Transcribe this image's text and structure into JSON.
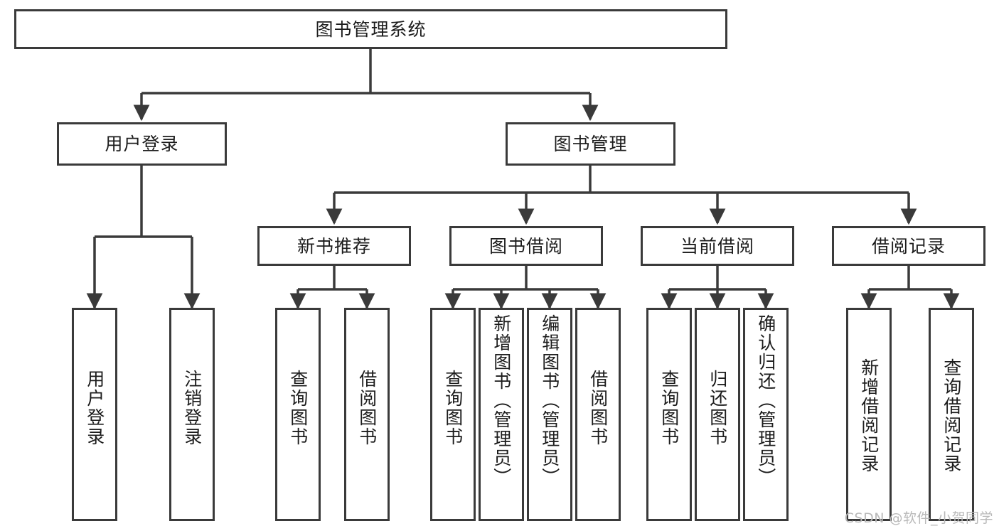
{
  "diagram": {
    "title_node": {
      "label": "图书管理系统"
    },
    "level2": [
      {
        "id": "user-login",
        "label": "用户登录"
      },
      {
        "id": "book-manage",
        "label": "图书管理"
      }
    ],
    "level3": [
      {
        "id": "new-book-recommend",
        "label": "新书推荐"
      },
      {
        "id": "book-borrow",
        "label": "图书借阅"
      },
      {
        "id": "current-borrow",
        "label": "当前借阅"
      },
      {
        "id": "borrow-record",
        "label": "借阅记录"
      }
    ],
    "leaves": {
      "user_login": [
        {
          "id": "leaf-user-login",
          "label": "用户登录"
        },
        {
          "id": "leaf-logout-login",
          "label": "注销登录"
        }
      ],
      "new_book_recommend": [
        {
          "id": "leaf-query-book-1",
          "label": "查询图书"
        },
        {
          "id": "leaf-borrow-book-1",
          "label": "借阅图书"
        }
      ],
      "book_borrow": [
        {
          "id": "leaf-query-book-2",
          "label": "查询图书"
        },
        {
          "id": "leaf-add-book",
          "label": "新增图书（管理员）"
        },
        {
          "id": "leaf-edit-book",
          "label": "编辑图书（管理员）"
        },
        {
          "id": "leaf-borrow-book-2",
          "label": "借阅图书"
        }
      ],
      "current_borrow": [
        {
          "id": "leaf-query-book-3",
          "label": "查询图书"
        },
        {
          "id": "leaf-return-book",
          "label": "归还图书"
        },
        {
          "id": "leaf-confirm-return",
          "label": "确认归还（管理员）"
        }
      ],
      "borrow_record": [
        {
          "id": "leaf-add-record",
          "label": "新增借阅记录"
        },
        {
          "id": "leaf-query-record",
          "label": "查询借阅记录"
        }
      ]
    },
    "colors": {
      "stroke": "#3a3a3a",
      "text": "#1c1c1c",
      "background": "#ffffff",
      "watermark": "#b9b9b9"
    }
  },
  "watermark": {
    "text": "CSDN @软件_小贺同学"
  }
}
